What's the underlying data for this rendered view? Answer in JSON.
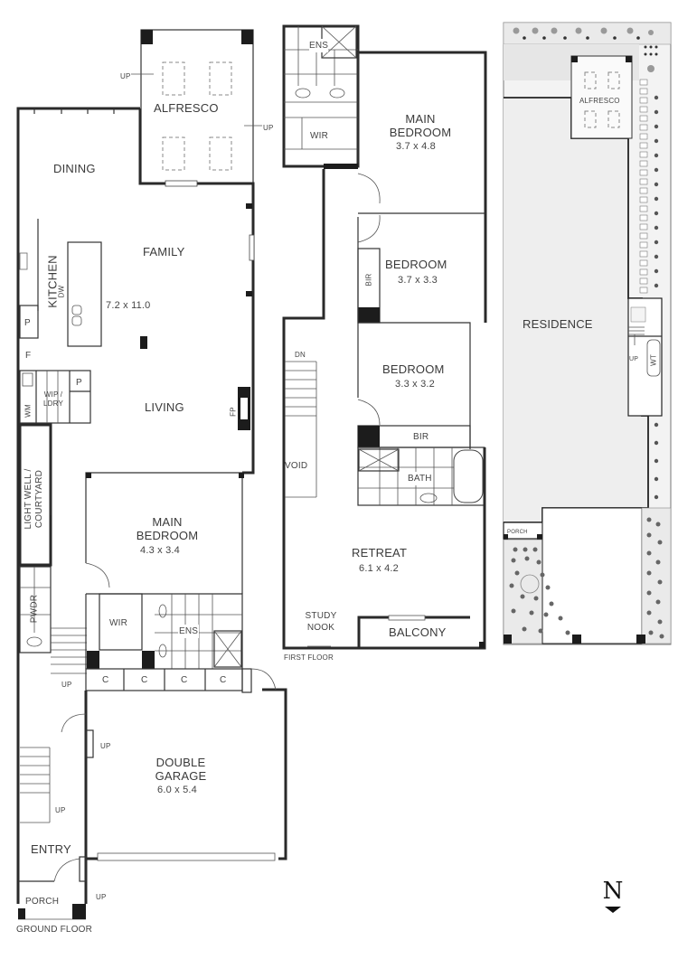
{
  "ground_floor": {
    "title": "GROUND FLOOR",
    "rooms": {
      "alfresco": "ALFRESCO",
      "dining": "DINING",
      "family": "FAMILY",
      "family_dim": "7.2 x 11.0",
      "kitchen": "KITCHEN",
      "dw": "DW",
      "pantry_1": "P",
      "fridge": "F",
      "wm": "WM",
      "wip_lndry": "WIP / LDRY",
      "pantry_2": "P",
      "living": "LIVING",
      "fireplace": "FP",
      "light_well": "LIGHT WELL / COURTYARD",
      "main_bedroom": "MAIN BEDROOM",
      "main_bedroom_dim": "4.3 x 3.4",
      "pwdr": "PWDR",
      "wir": "WIR",
      "ens": "ENS",
      "cupboards": [
        "C",
        "C",
        "C",
        "C"
      ],
      "double_garage": "DOUBLE GARAGE",
      "double_garage_dim": "6.0 x 5.4",
      "entry": "ENTRY",
      "porch": "PORCH"
    },
    "stair_labels": [
      "UP",
      "UP",
      "UP",
      "UP",
      "UP",
      "UP"
    ]
  },
  "first_floor": {
    "title": "FIRST FLOOR",
    "rooms": {
      "ens": "ENS",
      "wir": "WIR",
      "main_bedroom": "MAIN BEDROOM",
      "main_bedroom_dim": "3.7 x 4.8",
      "bedroom_2": "BEDROOM",
      "bedroom_2_dim": "3.7 x 3.3",
      "bir_1": "BIR",
      "bedroom_3": "BEDROOM",
      "bedroom_3_dim": "3.3 x 3.2",
      "bir_2": "BIR",
      "bath": "BATH",
      "void": "VOID",
      "dn": "DN",
      "retreat": "RETREAT",
      "retreat_dim": "6.1 x 4.2",
      "study_nook": "STUDY NOOK",
      "balcony": "BALCONY"
    }
  },
  "site_plan": {
    "rooms": {
      "alfresco": "ALFRESCO",
      "residence": "RESIDENCE",
      "porch": "PORCH",
      "wt": "WT",
      "up": "UP"
    }
  },
  "compass": {
    "label": "N"
  }
}
